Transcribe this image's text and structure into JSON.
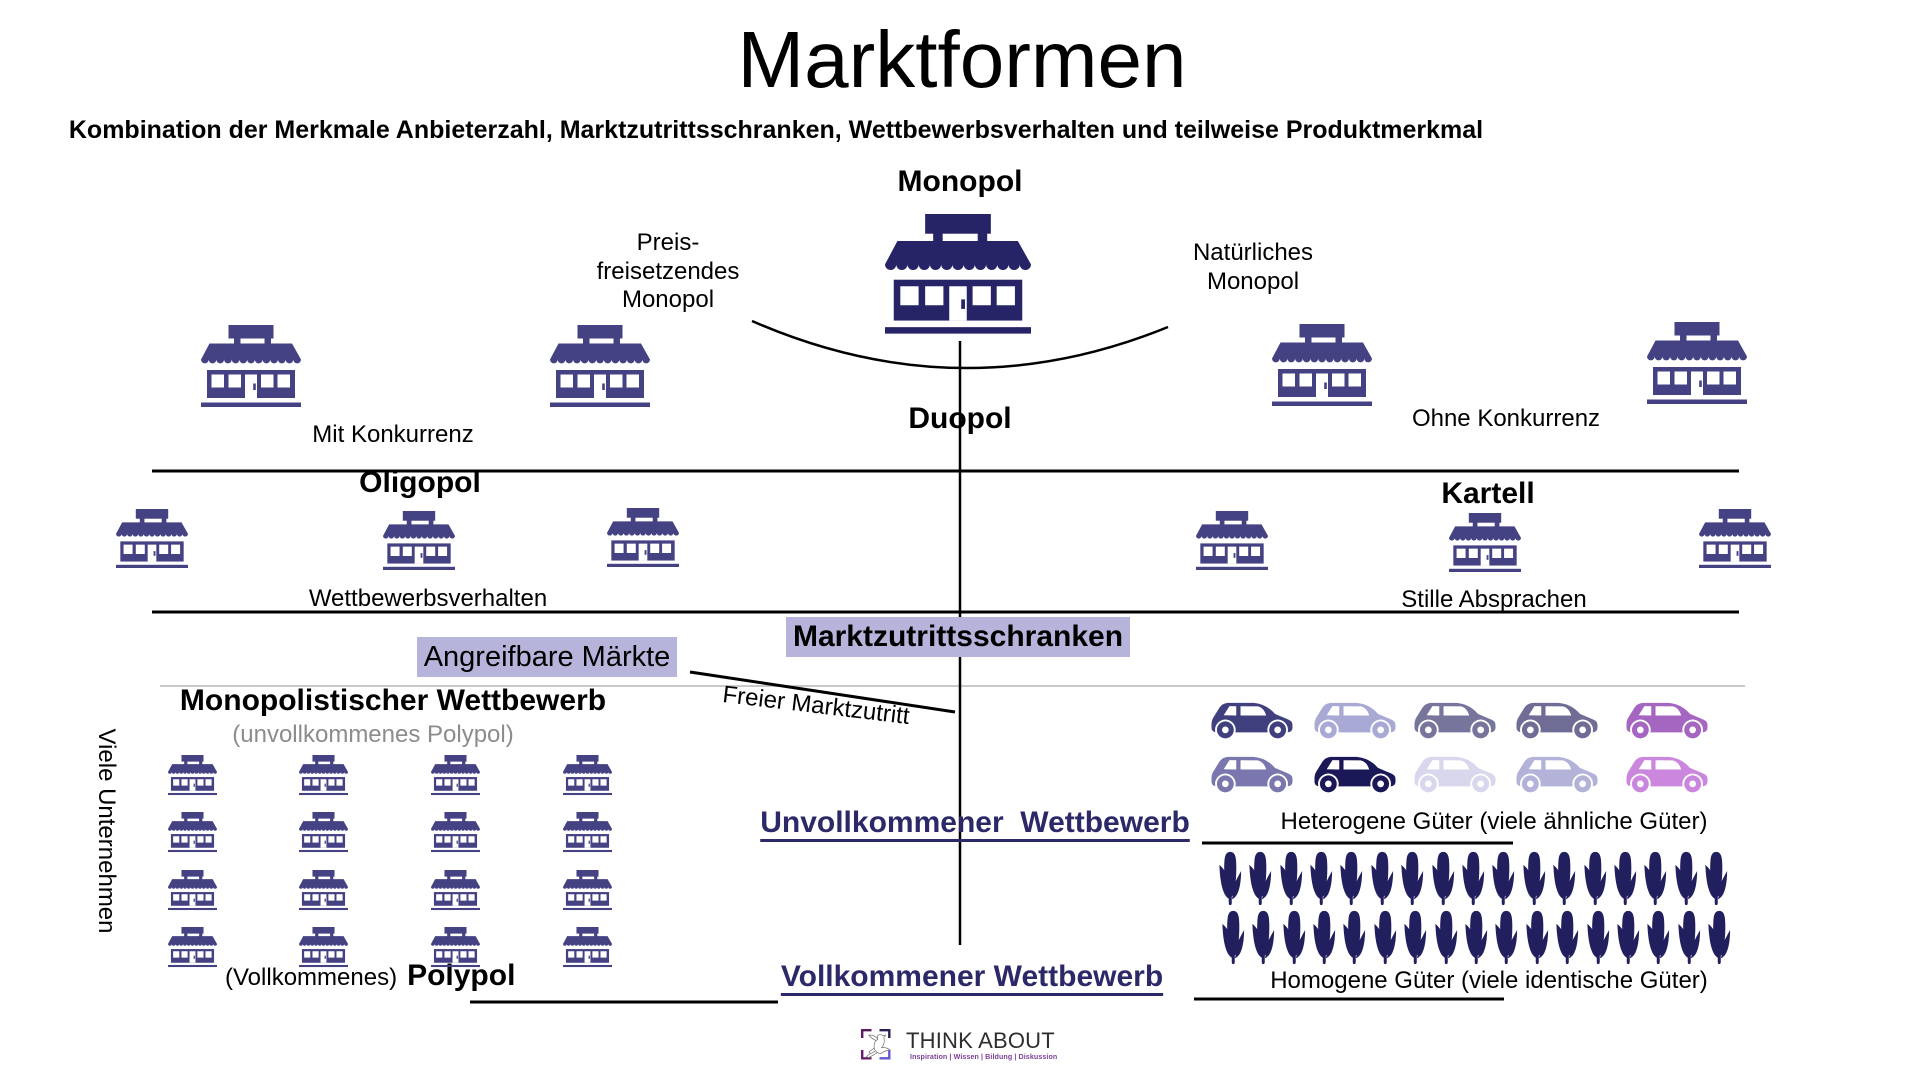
{
  "title": "Marktformen",
  "subtitle": "Kombination der Merkmale Anbieterzahl, Marktzutrittsschranken, Wettbewerbsverhalten und teilweise Produktmerkmal",
  "labels": {
    "monopol": "Monopol",
    "preis_monopol": "Preis-\nfreisetzendes\nMonopol",
    "natuerliches_monopol": "Natürliches\nMonopol",
    "duopol": "Duopol",
    "mit_konkurrenz": "Mit Konkurrenz",
    "ohne_konkurrenz": "Ohne Konkurrenz",
    "oligopol": "Oligopol",
    "kartell": "Kartell",
    "wettbewerbsverhalten": "Wettbewerbsverhalten",
    "stille_absprachen": "Stille Absprachen",
    "marktzutrittsschranken": "Marktzutrittsschranken",
    "angreifbare_maerkte": "Angreifbare Märkte",
    "freier_marktzutritt": "Freier Marktzutritt",
    "monopolistischer_wettbewerb": "Monopolistischer Wettbewerb",
    "unvollkommenes_polypol": "(unvollkommenes Polypol)",
    "viele_unternehmen": "Viele Unternehmen",
    "vollkommenes": "(Vollkommenes)",
    "polypol": "Polypol",
    "unvollkommener_wettbewerb": "Unvollkommener  Wettbewerb",
    "heterogene_gueter": "Heterogene Güter (viele ähnliche Güter)",
    "vollkommener_wettbewerb": "Vollkommener Wettbewerb",
    "homogene_gueter": "Homogene Güter (viele identische Güter)"
  },
  "colors": {
    "store_large": "#262366",
    "store_small": "#454284",
    "corn": "#221f5e",
    "navy_text": "#2b2968",
    "highlight": "#b6b4da",
    "gray_text": "#8c8c8c",
    "gray_line": "#c9c9c9",
    "black_line": "#000000",
    "car_colors_row1": [
      "#41407f",
      "#a9a9d6",
      "#77759c",
      "#6f6d96",
      "#a566c2"
    ],
    "car_colors_row2": [
      "#7977ad",
      "#1b1858",
      "#d8d7ee",
      "#b3b2d8",
      "#ca87dd"
    ]
  },
  "icons": {
    "monopol_store_count": 1,
    "konkurrenz_store_count": 4,
    "oligopol_kartell_store_count": 6,
    "polypol_store_grid": {
      "rows": 4,
      "cols": 4
    },
    "car_rows": 2,
    "cars_per_row": 5,
    "corn_rows": 2,
    "corn_per_row": 17
  },
  "logo": {
    "brand": "THINK ABOUT",
    "tagline": "Inspiration | Wissen | Bildung | Diskussion"
  }
}
